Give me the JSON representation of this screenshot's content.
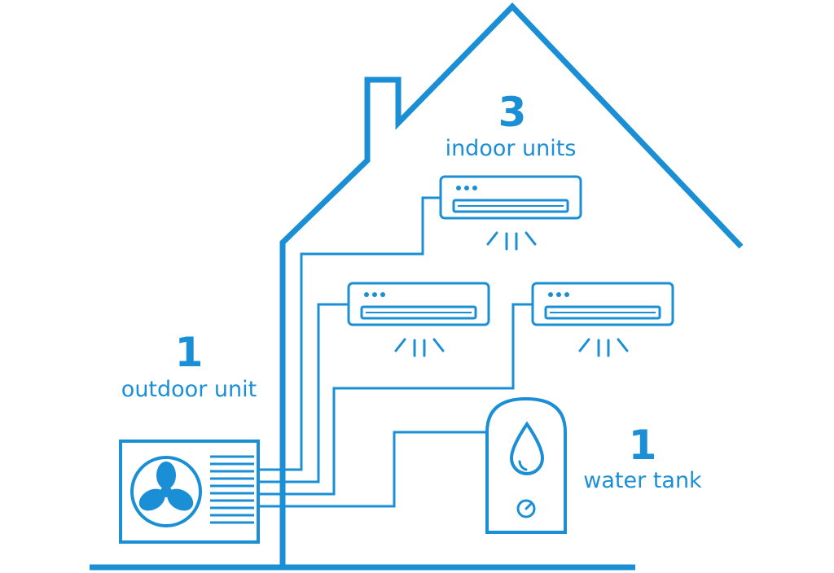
{
  "colors": {
    "stroke": "#1a8fd6",
    "background": "#ffffff"
  },
  "labels": {
    "indoor_count": "3",
    "indoor_text": "indoor units",
    "outdoor_count": "1",
    "outdoor_text": "outdoor unit",
    "tank_count": "1",
    "tank_text": "water tank"
  },
  "icons": [
    "house-outline",
    "outdoor-unit-fan-icon",
    "indoor-ac-unit-icon",
    "water-drop-icon",
    "pressure-gauge-icon",
    "air-flow-icon"
  ]
}
